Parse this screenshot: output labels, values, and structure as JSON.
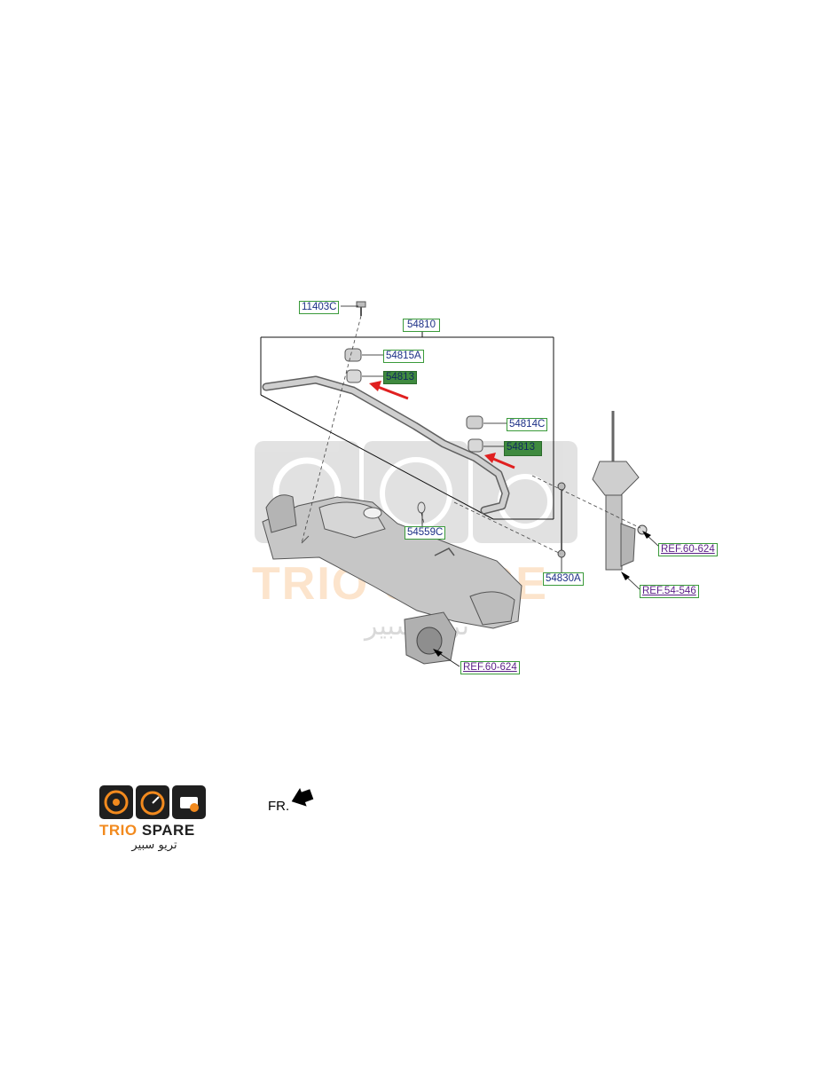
{
  "labels": {
    "bolt": "11403C",
    "bar_assy": "54810",
    "bushing_a": "54815A",
    "clamp_left": "54813",
    "bushing_c": "54814C",
    "clamp_right": "54813",
    "nut": "54559C",
    "link": "54830A",
    "ref_strut_nut": "REF.60-624",
    "ref_strut": "REF.54-546",
    "ref_subframe": "REF.60-624"
  },
  "orientation": {
    "text": "FR."
  },
  "watermark": {
    "brand_en": "TRIO SPARE",
    "brand_ar": "تريو سبير"
  },
  "logo": {
    "brand_part1": "TRIO",
    "brand_part2": "SPARE",
    "arabic": "تريو سبير"
  },
  "colors": {
    "part_text": "#1c2f86",
    "ref_text": "#5a1f86",
    "label_border": "#3a9a3a",
    "highlight_fill": "#3f8a3f",
    "arrow_red": "#e02020",
    "brand_orange": "#f28a1e",
    "brand_dark": "#1f1f1f"
  }
}
